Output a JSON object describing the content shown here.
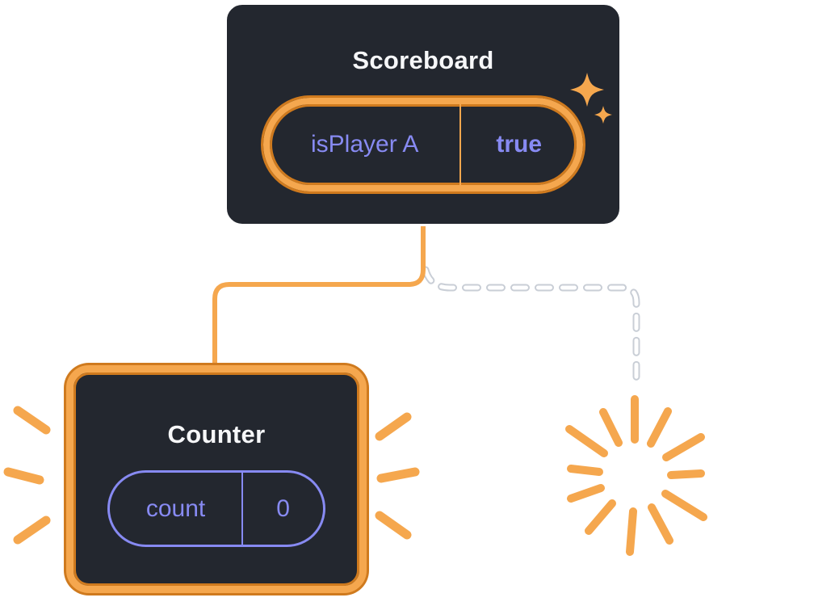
{
  "scoreboard": {
    "title": "Scoreboard",
    "state_key": "isPlayer A",
    "state_value": "true"
  },
  "counter": {
    "title": "Counter",
    "state_key": "count",
    "state_value": "0"
  },
  "colors": {
    "card_background": "#23272f",
    "accent_orange": "#f5a74e",
    "accent_orange_dark": "#cf7a1e",
    "state_purple": "#878af2",
    "title_text": "#f6f7f9",
    "dashed_line": "#ffffff"
  },
  "icons": {
    "sparkle": "sparkle-icon",
    "burst": "burst-icon",
    "emphasis": "emphasis-dashes"
  }
}
